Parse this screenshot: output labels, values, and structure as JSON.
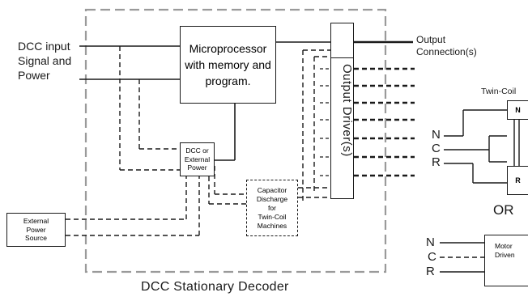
{
  "decoder": {
    "title": "DCC  Stationary Decoder",
    "input_line1": "DCC input",
    "input_line2": "Signal and",
    "input_line3": "Power",
    "output_line1": "Output",
    "output_line2": "Connection(s)"
  },
  "blocks": {
    "micro_line1": "Microprocessor",
    "micro_line2": "with memory and",
    "micro_line3": "program.",
    "power_line1": "DCC or",
    "power_line2": "External",
    "power_line3": "Power",
    "capacitor_line1": "Capacitor",
    "capacitor_line2": "Discharge",
    "capacitor_line3": "for",
    "capacitor_line4": "Twin-Coil",
    "capacitor_line5": "Machines",
    "drivers": "Output Driver(s)",
    "ext_line1": "External",
    "ext_line2": "Power",
    "ext_line3": "Source"
  },
  "twin_coil": {
    "title": "Twin-Coil",
    "n": "N",
    "c": "C",
    "r": "R",
    "coil_n": "N",
    "coil_r": "R"
  },
  "or_label": "OR",
  "motor": {
    "n": "N",
    "c": "C",
    "r": "R",
    "line1": "Motor",
    "line2": "Driven"
  }
}
